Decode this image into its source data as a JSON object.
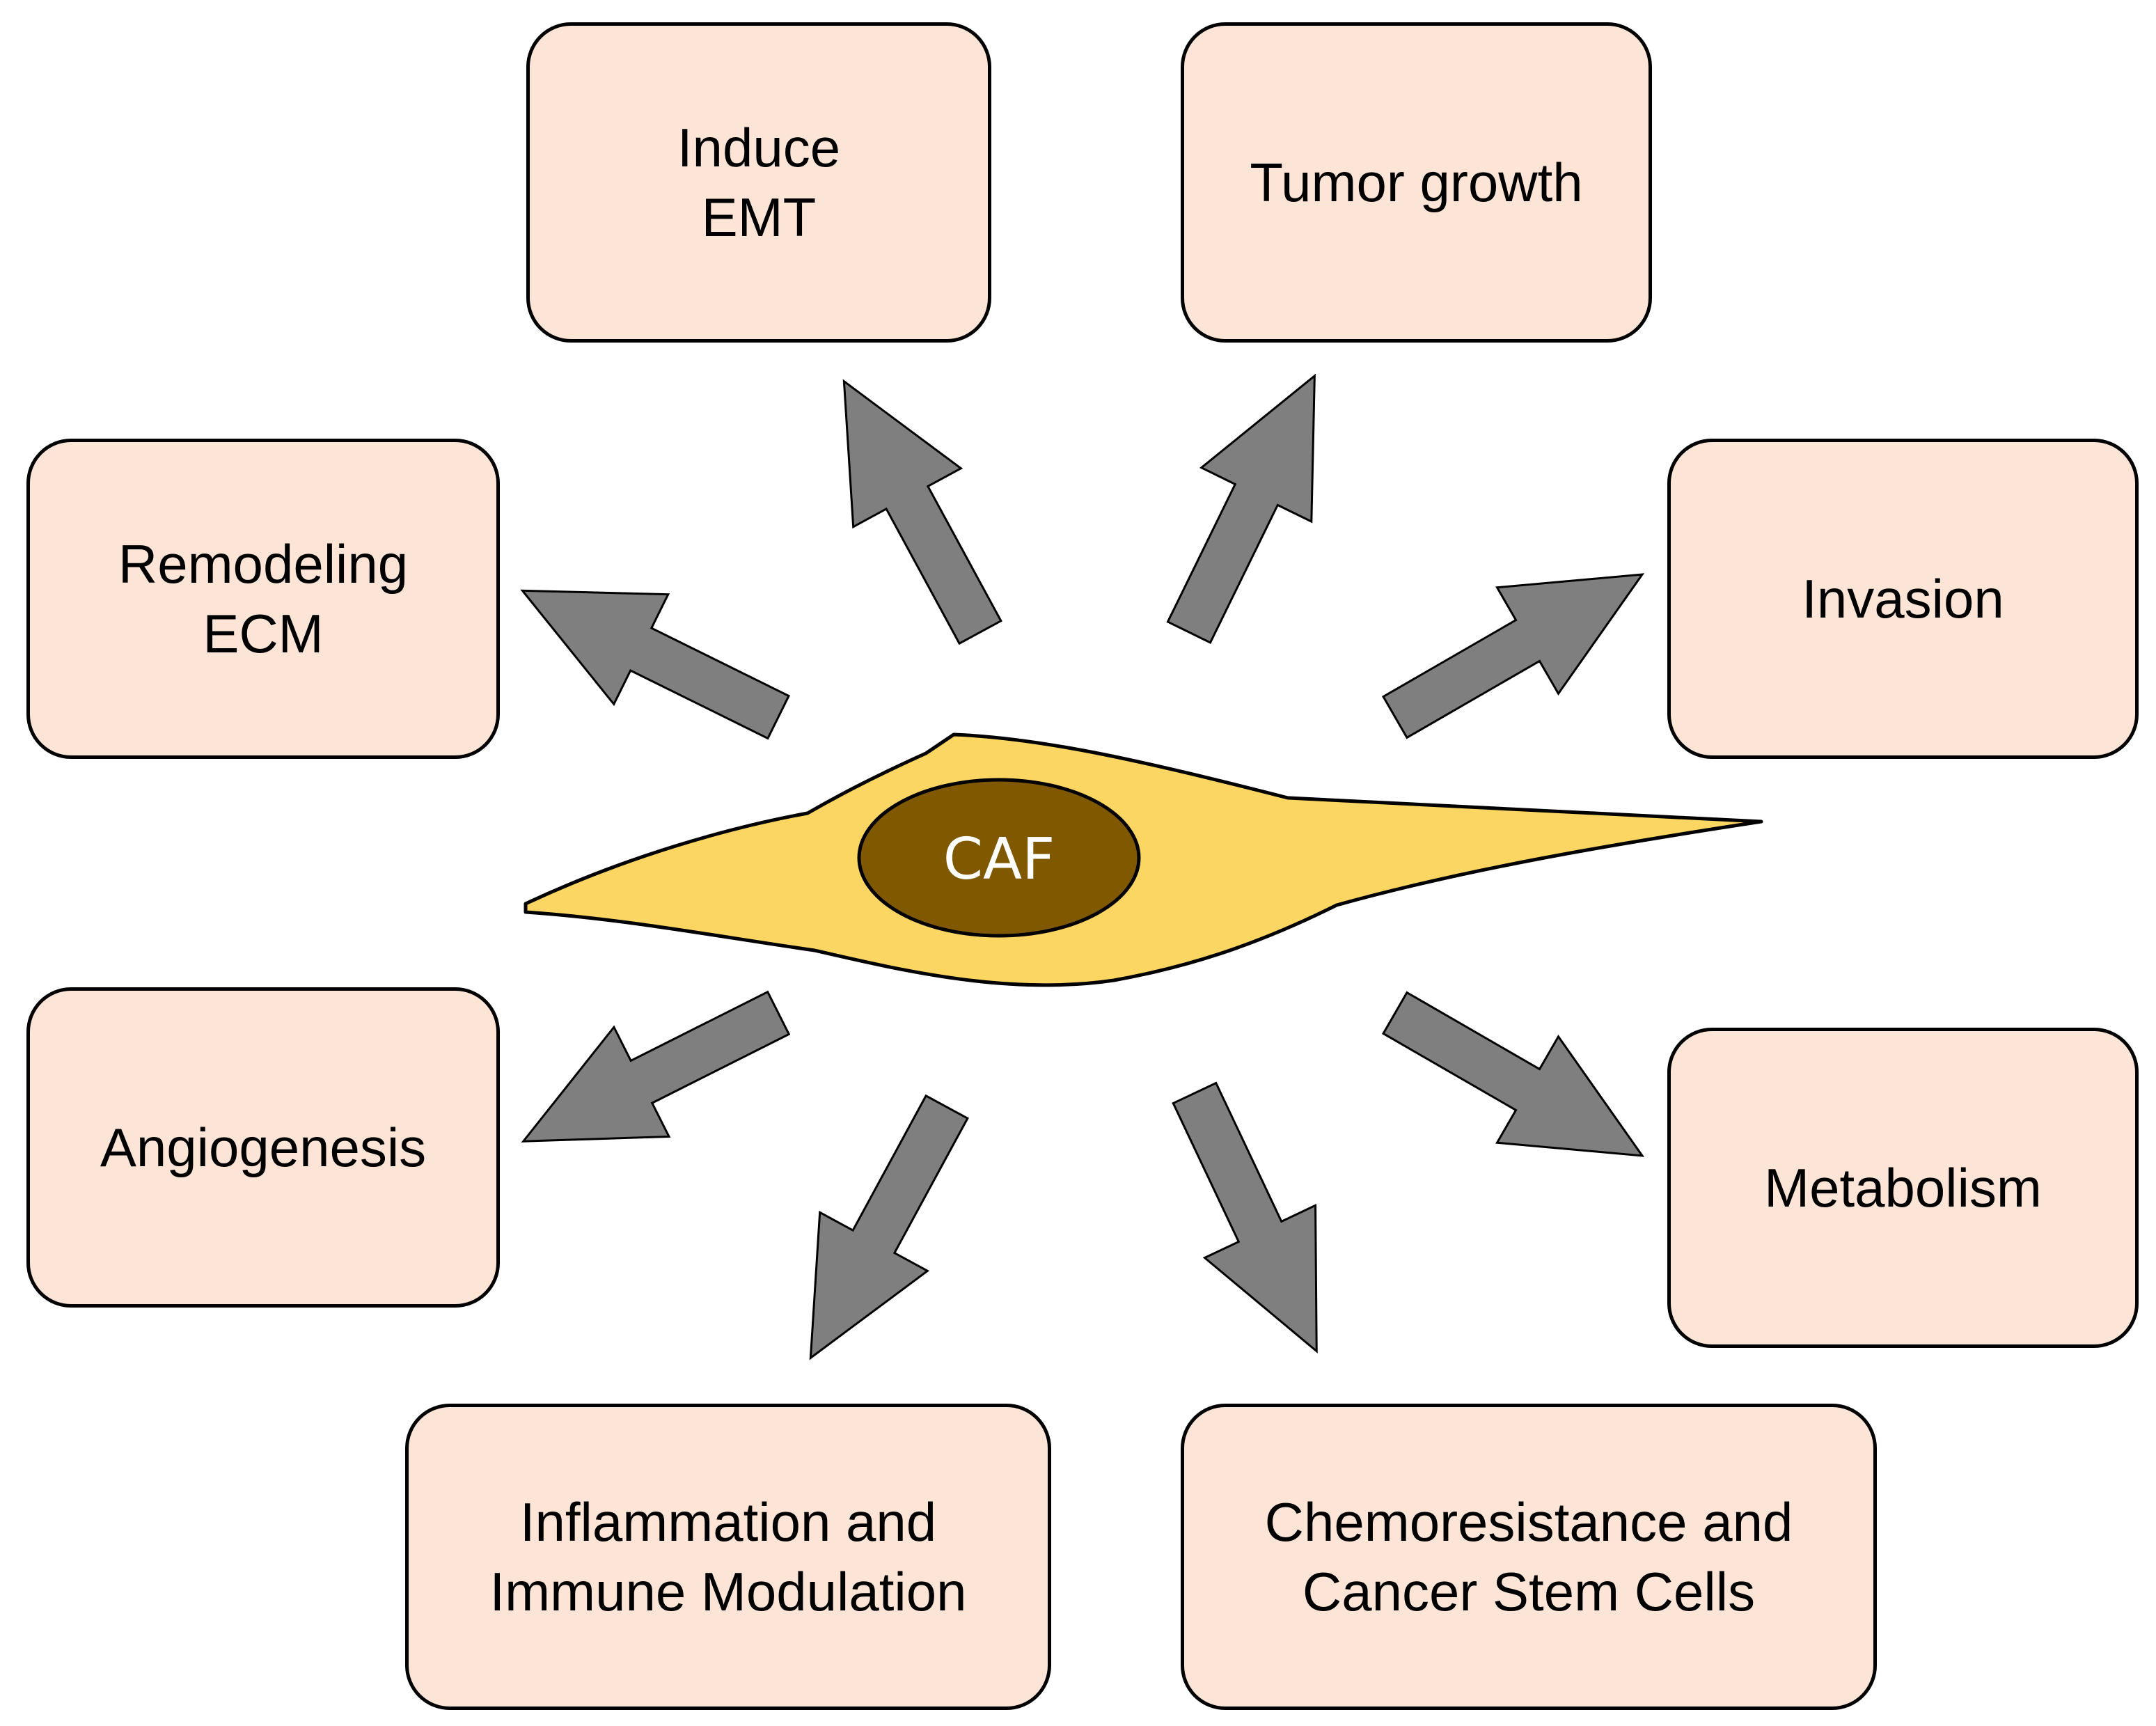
{
  "cell": {
    "label": "CAF",
    "body_color": "#fcd662",
    "nucleus_color": "#7f5800"
  },
  "arrow_color": "#7f7f7f",
  "box_color": "#fce4d6",
  "effects": {
    "induce_emt": "Induce\nEMT",
    "tumor_growth": "Tumor growth",
    "remodeling_ecm": "Remodeling\nECM",
    "invasion": "Invasion",
    "angiogenesis": "Angiogenesis",
    "metabolism": "Metabolism",
    "inflammation": "Inflammation and\nImmune Modulation",
    "chemoresistance": "Chemoresistance and\nCancer Stem Cells"
  }
}
